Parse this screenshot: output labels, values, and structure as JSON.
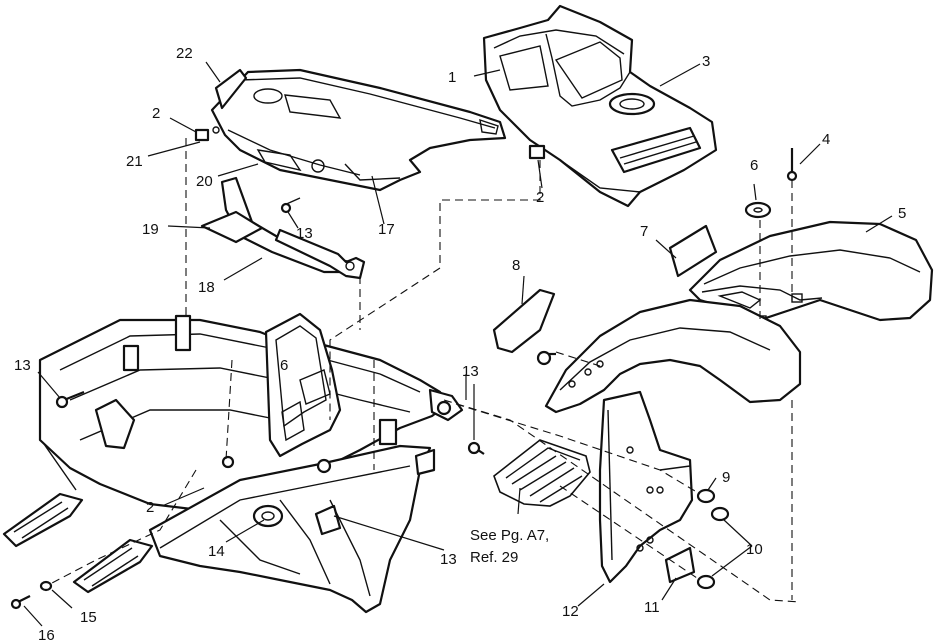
{
  "callouts": [
    {
      "id": "c1",
      "label": "1"
    },
    {
      "id": "c2a",
      "label": "2"
    },
    {
      "id": "c2b",
      "label": "2"
    },
    {
      "id": "c2c",
      "label": "2"
    },
    {
      "id": "c3",
      "label": "3"
    },
    {
      "id": "c4",
      "label": "4"
    },
    {
      "id": "c5",
      "label": "5"
    },
    {
      "id": "c6",
      "label": "6"
    },
    {
      "id": "c7",
      "label": "7"
    },
    {
      "id": "c8",
      "label": "8"
    },
    {
      "id": "c9",
      "label": "9"
    },
    {
      "id": "c10",
      "label": "10"
    },
    {
      "id": "c11",
      "label": "11"
    },
    {
      "id": "c12",
      "label": "12"
    },
    {
      "id": "c13a",
      "label": "13"
    },
    {
      "id": "c13b",
      "label": "13"
    },
    {
      "id": "c13c",
      "label": "13"
    },
    {
      "id": "c13d",
      "label": "13"
    },
    {
      "id": "c14",
      "label": "14"
    },
    {
      "id": "c15",
      "label": "15"
    },
    {
      "id": "c16",
      "label": "16"
    },
    {
      "id": "c17",
      "label": "17"
    },
    {
      "id": "c18",
      "label": "18"
    },
    {
      "id": "c19",
      "label": "19"
    },
    {
      "id": "c20",
      "label": "20"
    },
    {
      "id": "c21",
      "label": "21"
    },
    {
      "id": "c22",
      "label": "22"
    }
  ],
  "reference_note": {
    "line1": "See Pg. A7,",
    "line2": "Ref. 29"
  },
  "frame_mark": "6"
}
